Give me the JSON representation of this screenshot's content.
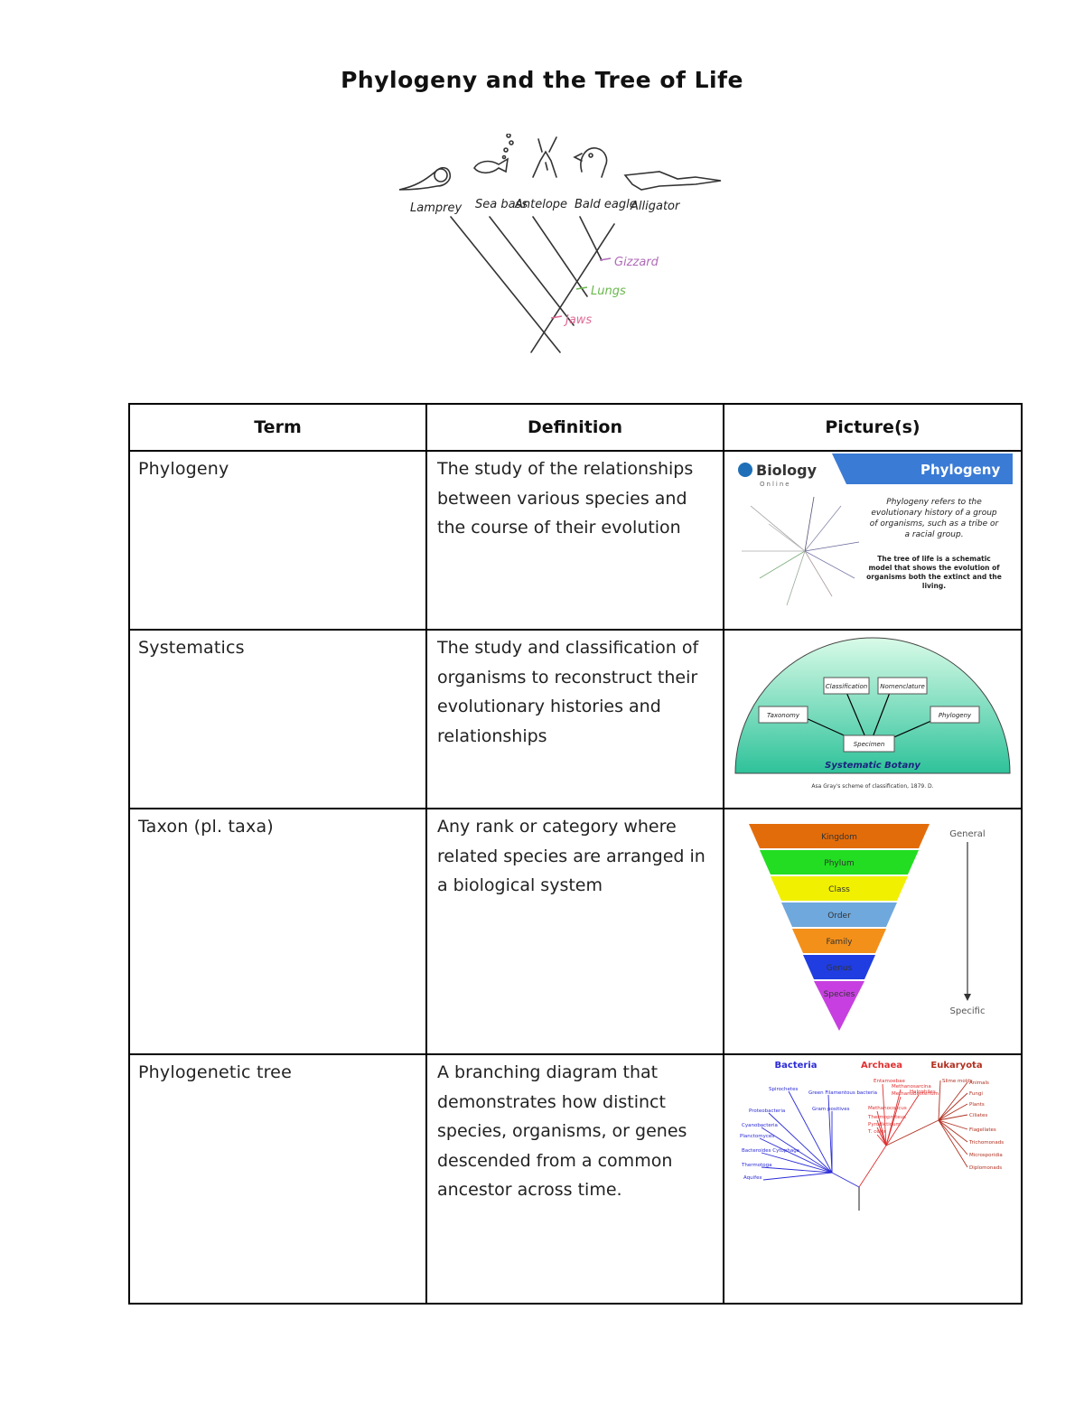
{
  "title": "Phylogeny and the Tree of Life",
  "tree_figure": {
    "taxa": [
      "Lamprey",
      "Sea bass",
      "Antelope",
      "Bald eagle",
      "Alligator"
    ],
    "traits": [
      {
        "label": "Gizzard",
        "color": "#b06bb8"
      },
      {
        "label": "Lungs",
        "color": "#6bb84f"
      },
      {
        "label": "Jaws",
        "color": "#e06a95"
      }
    ]
  },
  "table": {
    "headers": [
      "Term",
      "Definition",
      "Picture(s)"
    ],
    "rows": [
      {
        "term": "Phylogeny",
        "definition": "The study of the relationships between various species and the course of their evolution"
      },
      {
        "term": "Systematics",
        "definition": "The study and classification of organisms to reconstruct their evolutionary histories and relationships"
      },
      {
        "term": "Taxon (pl. taxa)",
        "definition": "Any rank or category where related species are arranged in a biological system"
      },
      {
        "term": "Phylogenetic tree",
        "definition": "A branching diagram that demonstrates how distinct species, organisms, or genes descended from a common ancestor across time."
      }
    ]
  },
  "pic_phylogeny": {
    "brand": "Biology",
    "brand_sub": "Online",
    "banner": "Phylogeny",
    "text1": "Phylogeny refers to the evolutionary history of a group of organisms, such as a tribe or a racial group.",
    "text2": "The tree of life is a schematic model that shows the evolution of organisms both the extinct and the living."
  },
  "pic_systematics": {
    "boxes": [
      "Classification",
      "Nomenclature",
      "Taxonomy",
      "Phylogeny",
      "Specimen"
    ],
    "label": "Systematic Botany",
    "caption": "Asa Gray's scheme of classification, 1879. D."
  },
  "pic_taxon": {
    "levels": [
      {
        "label": "Kingdom",
        "color": "#e36c0a"
      },
      {
        "label": "Phylum",
        "color": "#22dd22"
      },
      {
        "label": "Class",
        "color": "#f0f000"
      },
      {
        "label": "Order",
        "color": "#6fa8dc"
      },
      {
        "label": "Family",
        "color": "#f39019"
      },
      {
        "label": "Genus",
        "color": "#1f3de0"
      },
      {
        "label": "Species",
        "color": "#c73fe0"
      }
    ],
    "top_label": "General",
    "bottom_label": "Specific"
  },
  "pic_tree": {
    "domains": [
      {
        "label": "Bacteria",
        "color": "#2b2bd6"
      },
      {
        "label": "Archaea",
        "color": "#e03030"
      },
      {
        "label": "Eukaryota",
        "color": "#b03020"
      }
    ],
    "bacteria": [
      "Spirochetes",
      "Green Filamentous bacteria",
      "Proteobacteria",
      "Gram positives",
      "Cyanobacteria",
      "Planctomyces",
      "Bacteroides Cytophaga",
      "Thermotoga",
      "Aquifex"
    ],
    "archaea": [
      "Entamoebae",
      "Methanosarcina",
      "Methanobacterium",
      "Halophiles",
      "Methanococcus",
      "Thermoproteus",
      "Pyrodicticum",
      "T. celer"
    ],
    "eukarya": [
      "Slime molds",
      "Animals",
      "Fungi",
      "Plants",
      "Ciliates",
      "Flagellates",
      "Trichomonads",
      "Microsporidia",
      "Diplomonads"
    ]
  }
}
